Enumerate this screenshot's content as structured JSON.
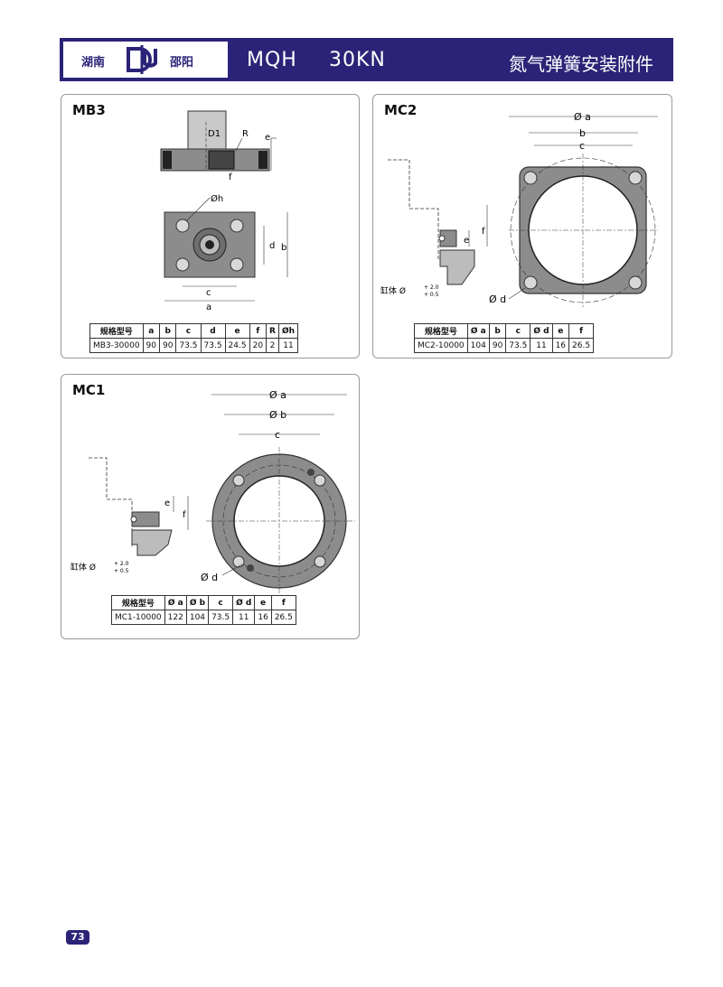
{
  "header": {
    "logo_left": "湖南",
    "logo_right": "邵阳",
    "model": "MQH",
    "capacity": "30KN",
    "title": "氮气弹簧安装附件"
  },
  "colors": {
    "brand": "#2b2377",
    "part_fill": "#8c8c8c"
  },
  "mb3": {
    "title": "MB3",
    "labels": {
      "d1": "D1",
      "r": "R",
      "e": "e",
      "f": "f",
      "h": "Øh",
      "d": "d",
      "b": "b",
      "c": "c",
      "a": "a"
    },
    "table": {
      "headers": [
        "规格型号",
        "a",
        "b",
        "c",
        "d",
        "e",
        "f",
        "R",
        "Øh"
      ],
      "rows": [
        [
          "MB3-30000",
          "90",
          "90",
          "73.5",
          "73.5",
          "24.5",
          "20",
          "2",
          "11"
        ]
      ]
    }
  },
  "mc2": {
    "title": "MC2",
    "labels": {
      "a": "Ø a",
      "b": "b",
      "c": "c",
      "e": "e",
      "f": "f",
      "d": "Ø d",
      "cyl": "缸体 Ø",
      "tol_plus": "+ 2.0",
      "tol_minus": "+ 0.5"
    },
    "table": {
      "headers": [
        "规格型号",
        "Ø a",
        "b",
        "c",
        "Ø d",
        "e",
        "f"
      ],
      "rows": [
        [
          "MC2-10000",
          "104",
          "90",
          "73.5",
          "11",
          "16",
          "26.5"
        ]
      ]
    }
  },
  "mc1": {
    "title": "MC1",
    "labels": {
      "a": "Ø a",
      "b": "Ø b",
      "c": "c",
      "e": "e",
      "f": "f",
      "d": "Ø d",
      "cyl": "缸体 Ø",
      "tol_plus": "+ 2.0",
      "tol_minus": "+ 0.5"
    },
    "table": {
      "headers": [
        "规格型号",
        "Ø a",
        "Ø b",
        "c",
        "Ø d",
        "e",
        "f"
      ],
      "rows": [
        [
          "MC1-10000",
          "122",
          "104",
          "73.5",
          "11",
          "16",
          "26.5"
        ]
      ]
    }
  },
  "page_number": "73"
}
